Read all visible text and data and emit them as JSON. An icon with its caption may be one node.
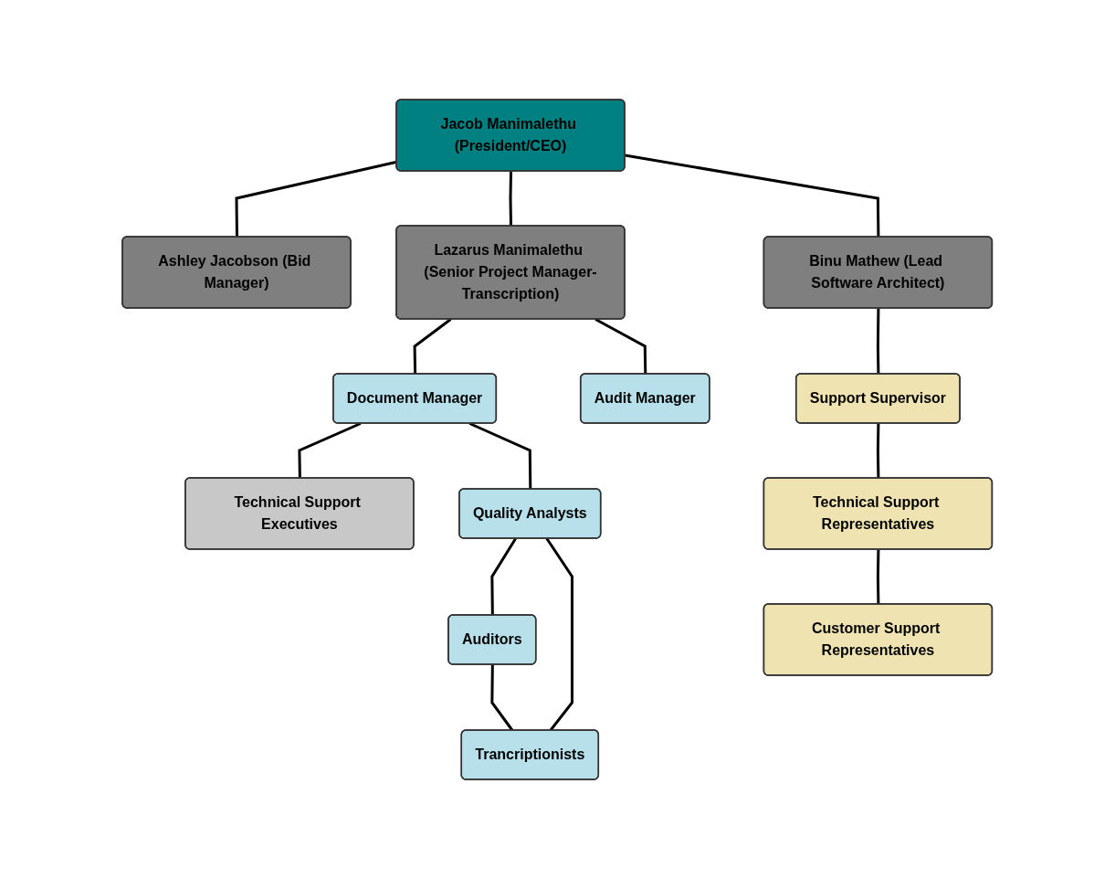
{
  "diagram": {
    "nodes": [
      {
        "text": [
          "Jacob Manimalethu (President/CEO)"
        ]
      },
      {
        "text": [
          "Ashley Jacobson (Bid Manager)"
        ]
      },
      {
        "text": [
          "Lazarus Manimalethu (Senior Project Manager-Transcription)"
        ]
      },
      {
        "text": [
          "Binu Mathew (Lead Software Architect)"
        ]
      },
      {
        "text": [
          "Document Manager"
        ]
      },
      {
        "text": [
          "Audit Manager"
        ]
      },
      {
        "text": [
          "Technical Support Executives"
        ]
      },
      {
        "text": [
          "Quality Analysts"
        ]
      },
      {
        "text": [
          "Auditors"
        ]
      },
      {
        "text": [
          "Trancriptionists"
        ]
      },
      {
        "text": [
          "Support Supervisor"
        ]
      },
      {
        "text": [
          "Technical Support Representatives"
        ]
      },
      {
        "text": [
          "Customer Support Representatives"
        ]
      }
    ],
    "edges": [
      {
        "from": 0,
        "to": 1,
        "arrow": "none"
      },
      {
        "from": 0,
        "to": 2,
        "arrow": "none"
      },
      {
        "from": 0,
        "to": 3,
        "arrow": "none"
      },
      {
        "from": 2,
        "to": 4,
        "arrow": "none"
      },
      {
        "from": 2,
        "to": 5,
        "arrow": "none"
      },
      {
        "from": 4,
        "to": 6,
        "arrow": "none"
      },
      {
        "from": 4,
        "to": 7,
        "arrow": "none"
      },
      {
        "from": 7,
        "to": 8,
        "arrow": "none"
      },
      {
        "from": 7,
        "to": 9,
        "arrow": "none"
      },
      {
        "from": 8,
        "to": 9,
        "arrow": "none"
      },
      {
        "from": 3,
        "to": 10,
        "arrow": "none"
      },
      {
        "from": 10,
        "to": 11,
        "arrow": "none"
      },
      {
        "from": 11,
        "to": 12,
        "arrow": "none"
      }
    ]
  }
}
